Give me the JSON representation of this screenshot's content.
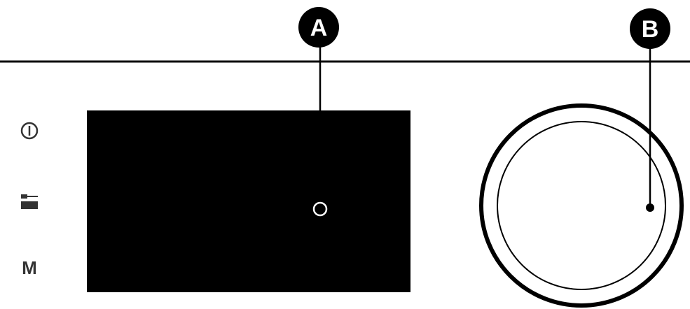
{
  "callouts": {
    "a": {
      "label": "A"
    },
    "b": {
      "label": "B"
    }
  },
  "side_buttons": [
    {
      "icon": "power-icon"
    },
    {
      "icon": "tray-icon"
    },
    {
      "text": "M"
    }
  ],
  "colors": {
    "ink": "#000000",
    "button_glyph": "#333333",
    "display": "#000000",
    "background": "#ffffff"
  }
}
